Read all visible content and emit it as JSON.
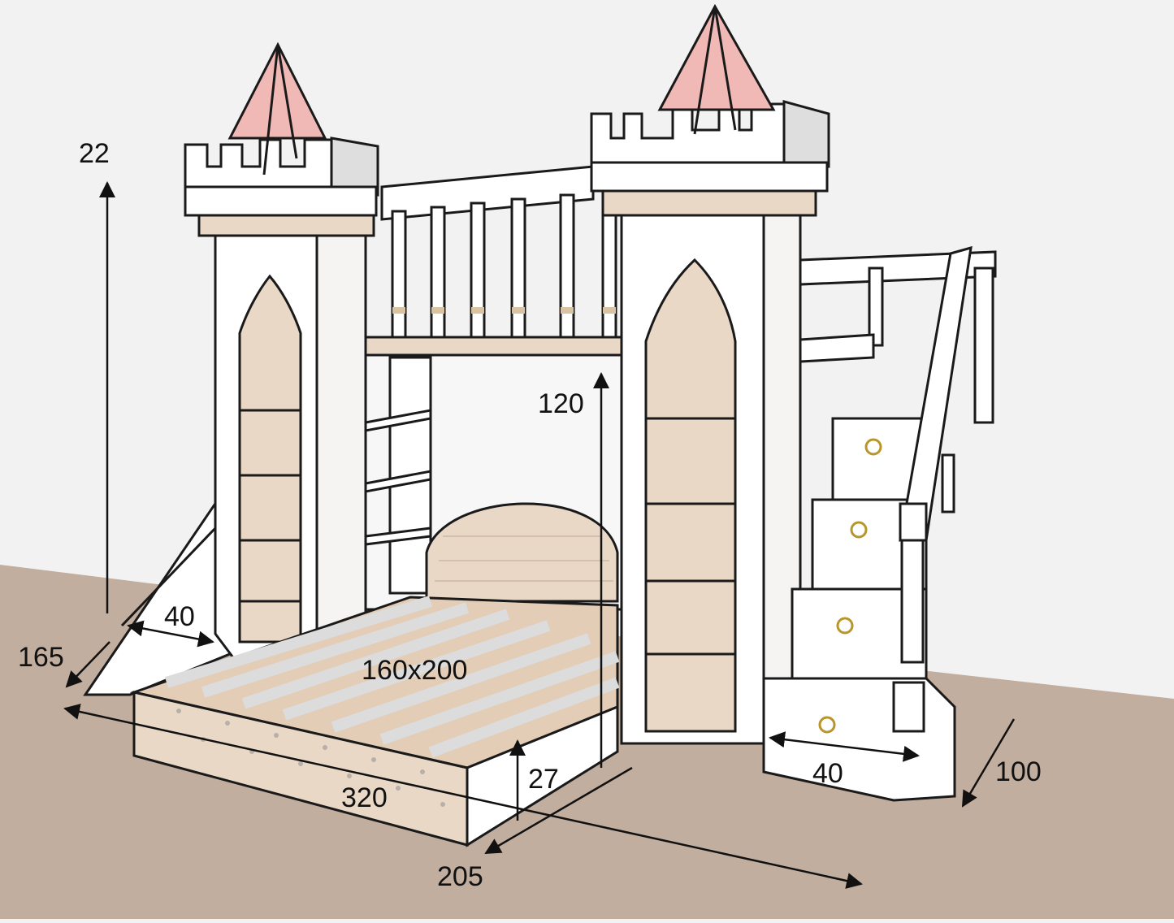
{
  "dimensions": {
    "total_height": "22",
    "upper_clearance": "120",
    "slide_width": "40",
    "slide_depth": "165",
    "mattress": "160x200",
    "overall_length": "320",
    "front_depth": "205",
    "platform_height": "27",
    "stair_width": "40",
    "stair_depth": "100"
  },
  "colors": {
    "wall": "#f3f2f2",
    "floor": "#c2ae9f",
    "panel_beige": "#ead8c7",
    "roof_pink": "#f0b9b6",
    "outline": "#1a1a1a",
    "trim_gold": "#d9c3a0",
    "slat_beige": "#e3cdb6",
    "slat_gray": "#dcdcdc"
  }
}
